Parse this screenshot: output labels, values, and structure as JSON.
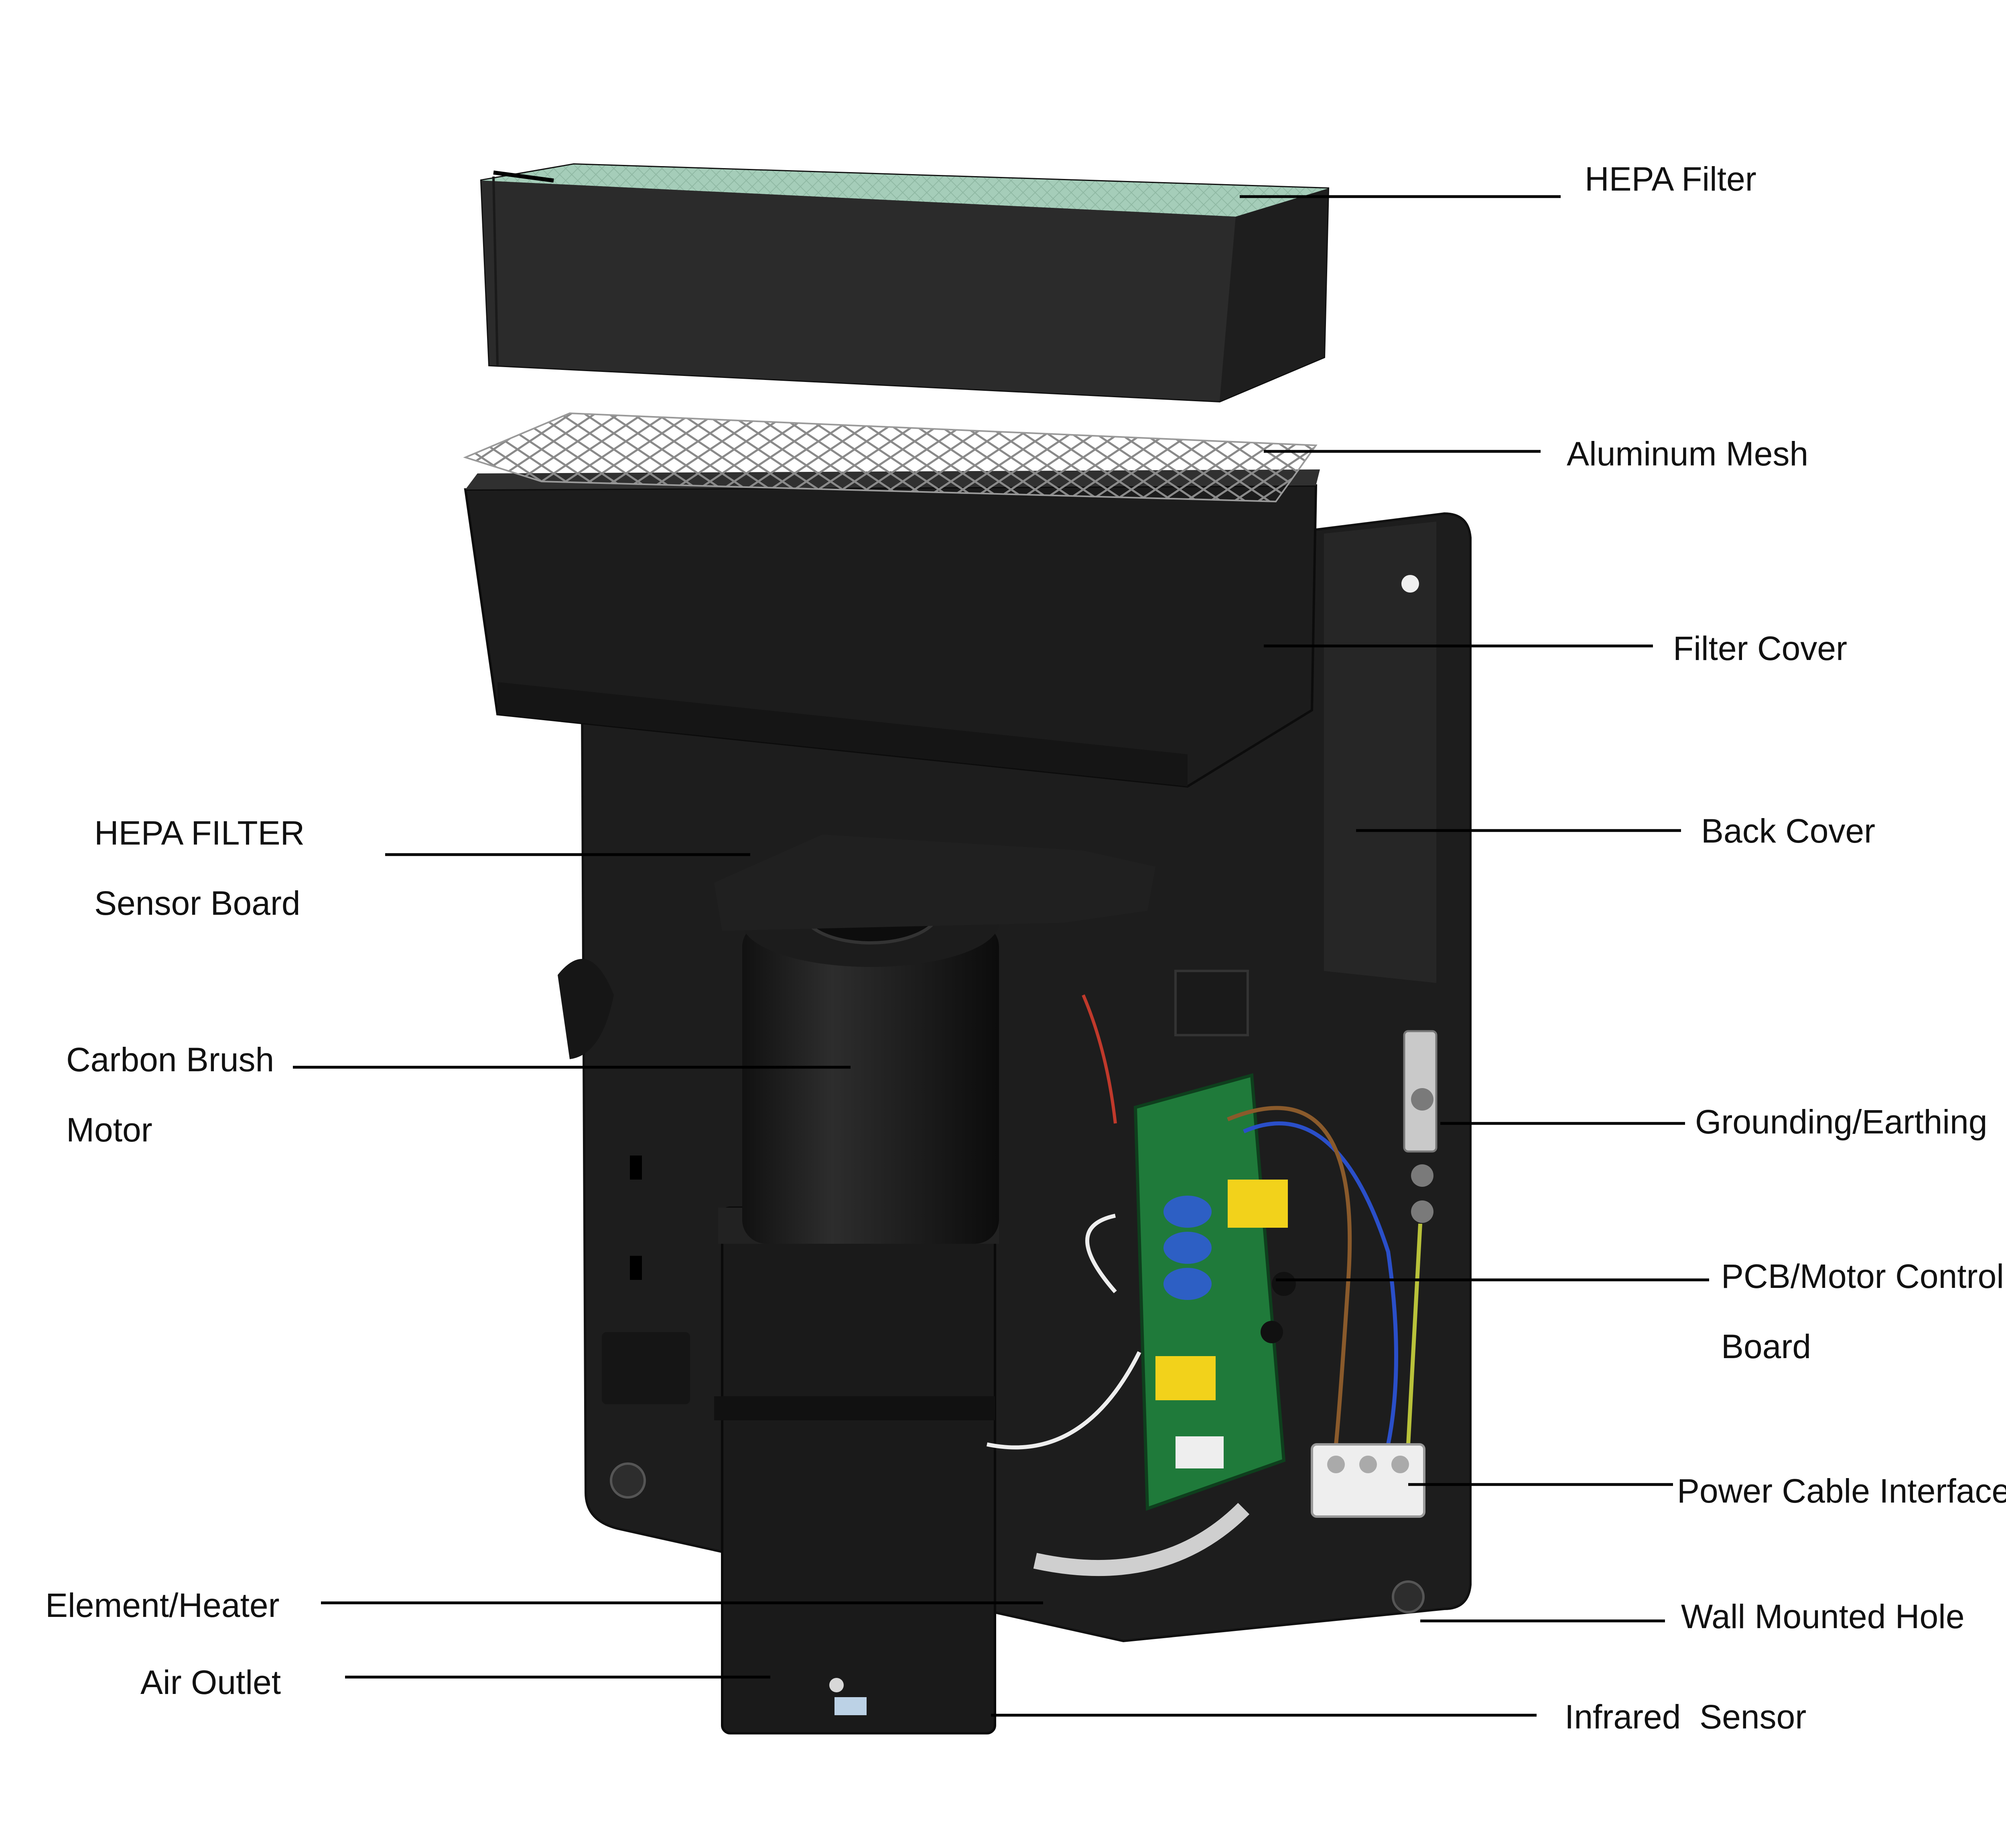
{
  "labels": {
    "hepa_filter": "HEPA Filter",
    "aluminum_mesh": "Aluminum Mesh",
    "filter_cover": "Filter Cover",
    "back_cover": "Back Cover",
    "hepa_sensor_line1": "HEPA FILTER",
    "hepa_sensor_line2": "Sensor Board",
    "motor_line1": "Carbon Brush",
    "motor_line2": "Motor",
    "grounding": "Grounding/Earthing",
    "pcb_line1": "PCB/Motor Control",
    "pcb_line2": "Board",
    "power_cable": "Power Cable Interface",
    "element_heater": "Element/Heater",
    "air_outlet": "Air Outlet",
    "wall_hole": "Wall Mounted Hole",
    "infrared": "Infrared  Sensor"
  },
  "colors": {
    "housing": "#1c1c1c",
    "foam": "#2a2a2a",
    "hepa_media": "#9ec9b4",
    "pcb": "#1f7a3a",
    "capacitor": "#f2d21b",
    "terminal": "#eeeeee",
    "wire_blue": "#2a4fc9",
    "wire_brown": "#8a5a2b",
    "wire_green_yellow": "#b9c23a"
  }
}
